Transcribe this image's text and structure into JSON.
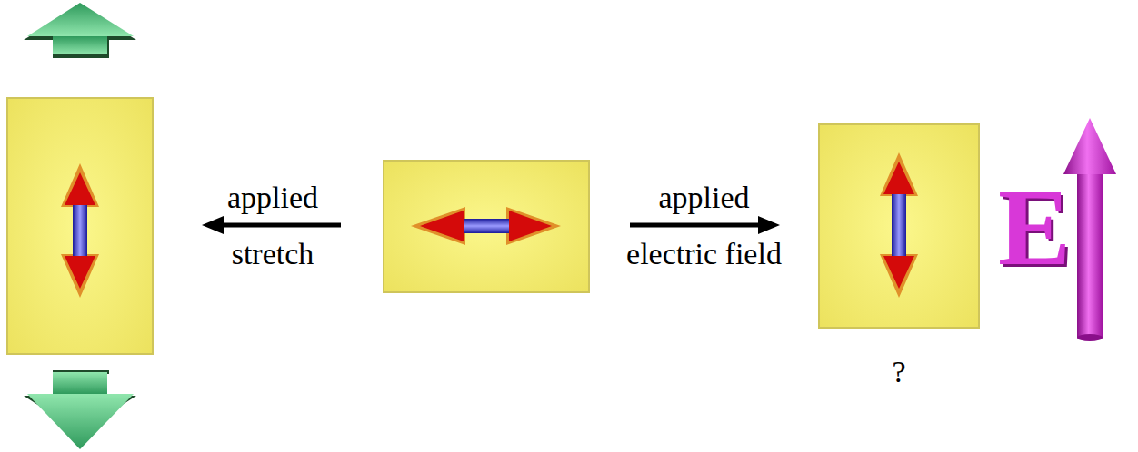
{
  "diagram": {
    "labels": [
      "applied stretch",
      "applied electric field",
      "E",
      "?"
    ]
  }
}
